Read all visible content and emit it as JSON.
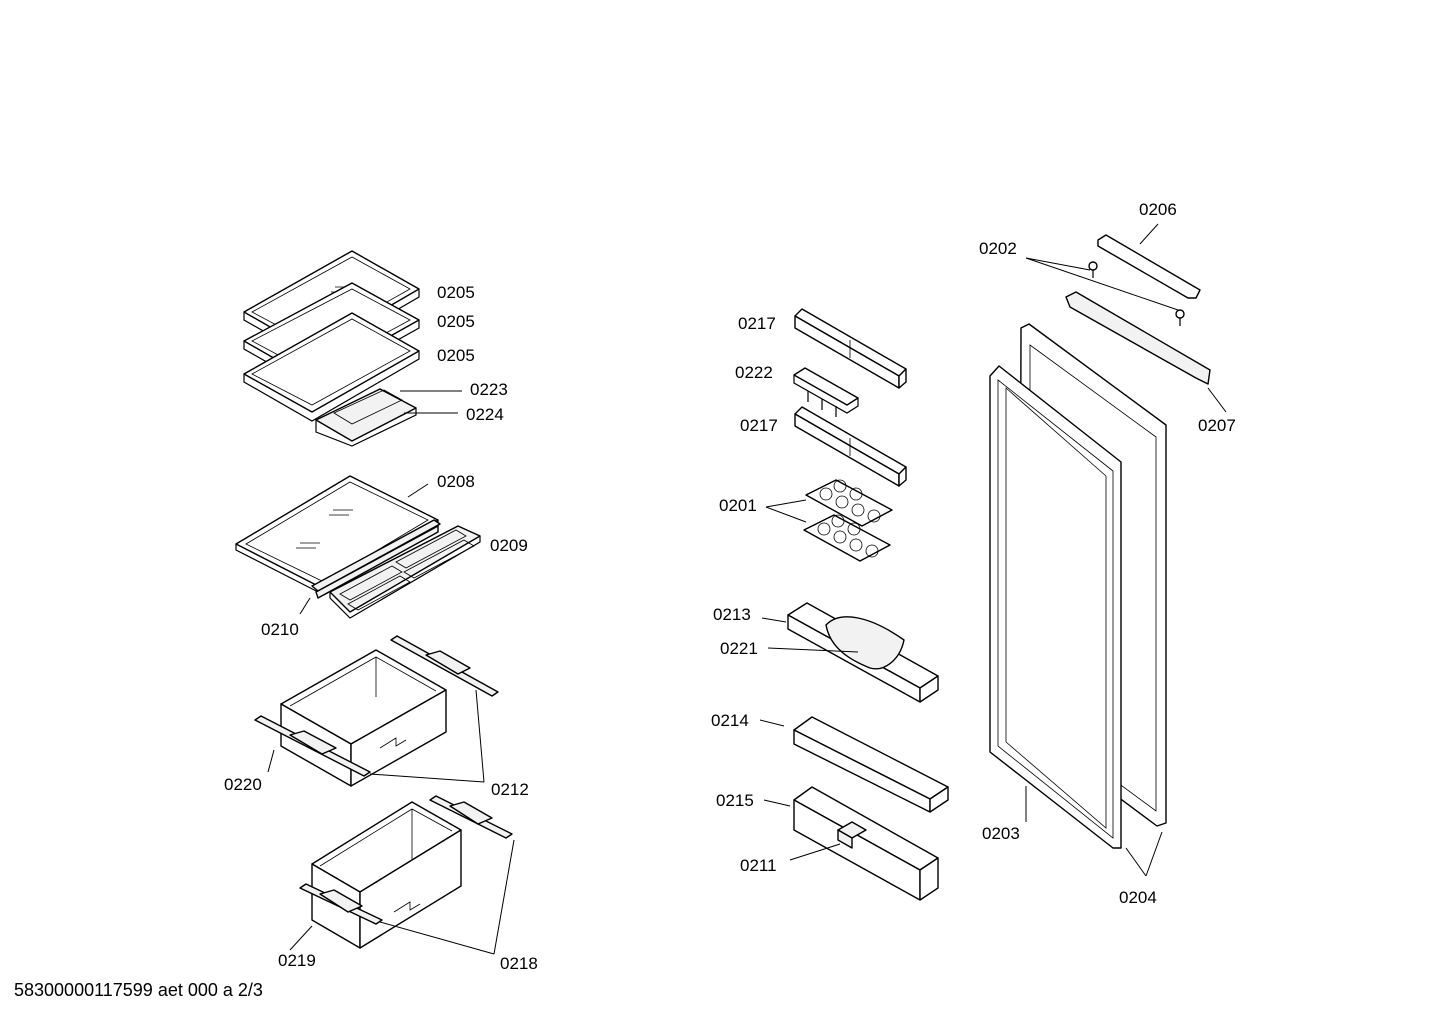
{
  "footer": "58300000117599 aet 000 a 2/3",
  "labels": {
    "l0205a": "0205",
    "l0205b": "0205",
    "l0205c": "0205",
    "l0223": "0223",
    "l0224": "0224",
    "l0208": "0208",
    "l0209": "0209",
    "l0210": "0210",
    "l0220": "0220",
    "l0212": "0212",
    "l0219": "0219",
    "l0218": "0218",
    "l0217a": "0217",
    "l0222": "0222",
    "l0217b": "0217",
    "l0201": "0201",
    "l0213": "0213",
    "l0221": "0221",
    "l0214": "0214",
    "l0215": "0215",
    "l0211": "0211",
    "l0206": "0206",
    "l0202": "0202",
    "l0207": "0207",
    "l0203": "0203",
    "l0204": "0204"
  }
}
